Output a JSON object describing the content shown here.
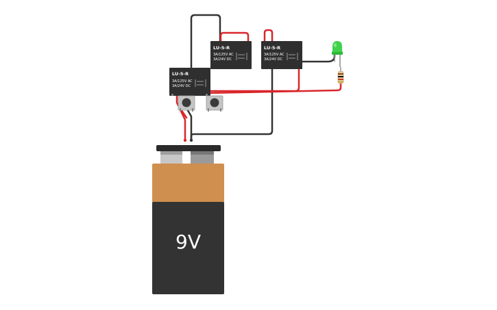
{
  "circuit": {
    "relays": [
      {
        "name": "LU-5-R",
        "line1": "3A/125V AC",
        "line2": "3A/24V DC"
      },
      {
        "name": "LU-5-R",
        "line1": "3A/125V AC",
        "line2": "3A/24V DC"
      },
      {
        "name": "LU-5-R",
        "line1": "3A/125V AC",
        "line2": "3A/24V DC"
      }
    ],
    "battery": {
      "label": "9V"
    },
    "colors": {
      "wire_red": "#d9262b",
      "wire_black": "#333333",
      "relay_body": "#2f2f2f",
      "battery_top": "#cf8f4e",
      "battery_body": "#333333",
      "led": "#3fd24a"
    }
  }
}
